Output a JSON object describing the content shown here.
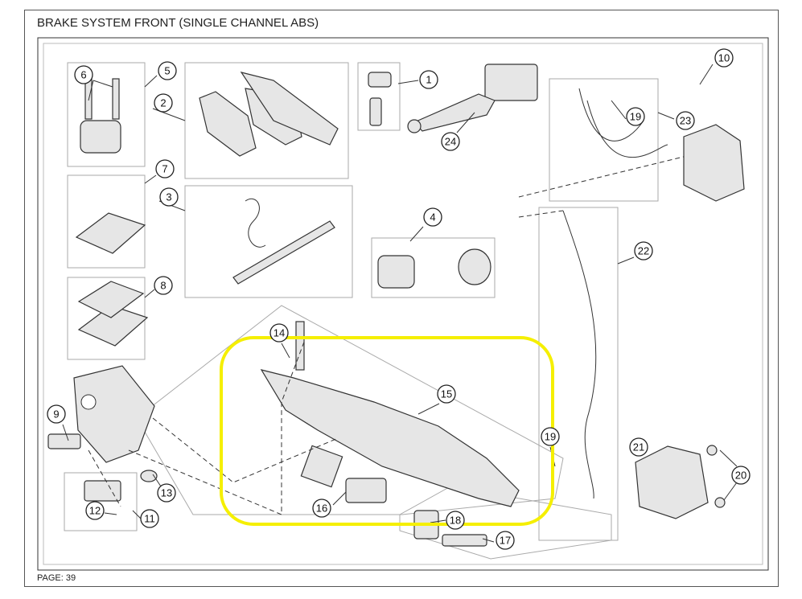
{
  "title": "BRAKE SYSTEM FRONT (SINGLE CHANNEL ABS)",
  "page_label": "PAGE: 39",
  "highlight_color": "#f5ef00",
  "callouts": [
    "1",
    "2",
    "3",
    "4",
    "5",
    "6",
    "7",
    "8",
    "9",
    "10",
    "11",
    "12",
    "13",
    "14",
    "15",
    "16",
    "17",
    "18",
    "19",
    "19",
    "20",
    "21",
    "22",
    "23",
    "24"
  ]
}
